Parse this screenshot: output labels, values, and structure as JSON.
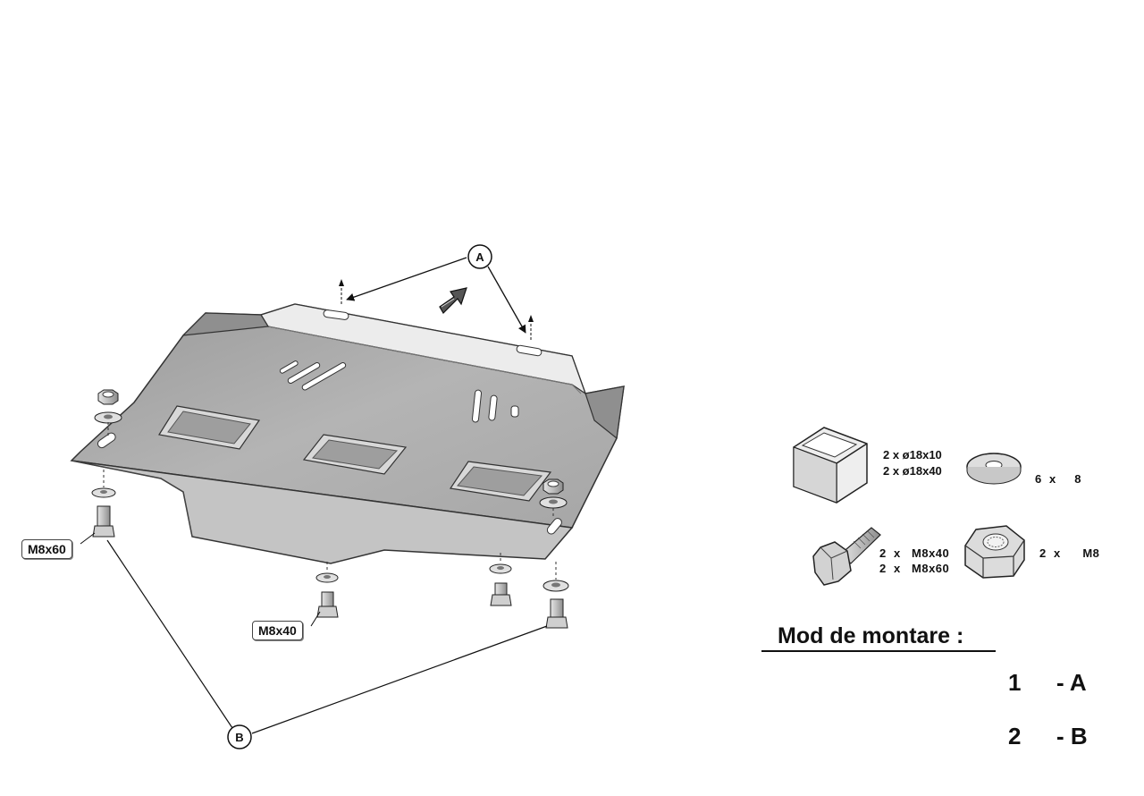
{
  "callouts": {
    "a": "A",
    "b": "B"
  },
  "bolt_labels": {
    "left": "M8x60",
    "center": "M8x40"
  },
  "parts": {
    "spacers_line1": "2 x ø18x10",
    "spacers_line2": "2 x ø18x40",
    "washers": "6  x     8",
    "bolts_line1": "2  x   M8x40",
    "bolts_line2": "2  x   M8x60",
    "nuts": "2  x      M8"
  },
  "instructions": {
    "heading": "Mod de montare  :",
    "steps": [
      {
        "number": "1",
        "label": "- A"
      },
      {
        "number": "2",
        "label": "- B"
      }
    ]
  },
  "icons": {
    "spacer": "square-spacer-icon",
    "washer": "washer-icon",
    "bolt": "hex-bolt-icon",
    "nut": "hex-nut-icon",
    "direction": "forward-arrow-icon"
  }
}
